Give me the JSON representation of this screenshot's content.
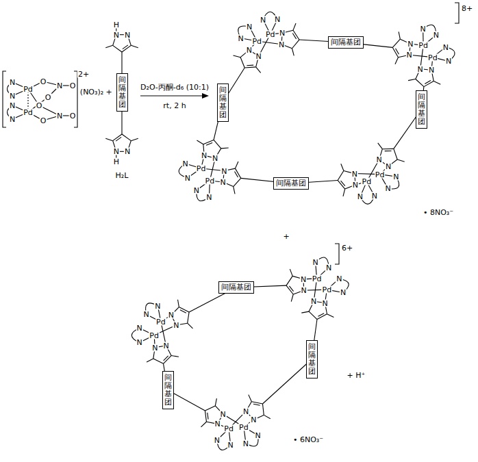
{
  "diagram": {
    "nodes": [
      {
        "text": [
          "间隔基团"
        ]
      },
      {
        "text": [
          "间隔基团"
        ]
      },
      {
        "text": [
          "间隔基团"
        ]
      },
      {
        "text": [
          "间隔基团"
        ]
      },
      {
        "text": [
          "间隔基团"
        ]
      },
      {
        "text": [
          "间隔基团"
        ]
      },
      {
        "text": [
          "间隔基团"
        ]
      },
      {
        "text": [
          "间隔基团"
        ]
      }
    ],
    "labels": [
      "N",
      "N",
      "Pd",
      "O",
      "N",
      "O",
      "O",
      "N",
      "N",
      "Pd",
      "O",
      "O",
      "N",
      "O",
      "2+",
      "(NO₃)₂",
      "+",
      "H",
      "N",
      "N",
      "N",
      "N",
      "H",
      "H₂L",
      "D₂O-丙酮-d₆ (10:1)",
      "rt, 2 h",
      "Pd",
      "Pd",
      "N",
      "N",
      "N",
      "N",
      "N",
      "N",
      "N",
      "N",
      "Pd",
      "Pd",
      "N",
      "N",
      "N",
      "N",
      "N",
      "N",
      "N",
      "N",
      "Pd",
      "Pd",
      "N",
      "N",
      "N",
      "N",
      "N",
      "N",
      "N",
      "N",
      "Pd",
      "Pd",
      "N",
      "N",
      "N",
      "N",
      "N",
      "N",
      "N",
      "N",
      "8+",
      "• 8NO₃⁻",
      "+",
      "Pd",
      "Pd",
      "N",
      "N",
      "N",
      "N",
      "N",
      "N",
      "N",
      "N",
      "Pd",
      "Pd",
      "N",
      "N",
      "N",
      "N",
      "N",
      "N",
      "N",
      "N",
      "Pd",
      "Pd",
      "N",
      "N",
      "N",
      "N",
      "N",
      "N",
      "N",
      "N",
      "6+",
      "+ H⁺",
      "• 6NO₃⁻"
    ]
  }
}
